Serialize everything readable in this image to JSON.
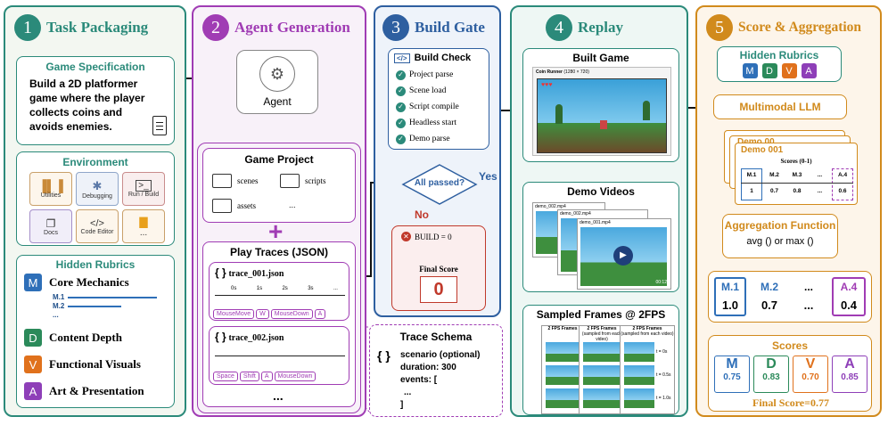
{
  "colors": {
    "p1": "#2b8a7a",
    "p2": "#a03cb4",
    "p3": "#2e5fa0",
    "p4": "#2b8a7a",
    "p5": "#d18a1c",
    "m": "#2e6fb8",
    "d": "#2b8a5a",
    "v": "#e0711c",
    "a": "#8e3fb8",
    "fail": "#c0392b"
  },
  "panel1": {
    "num": "1",
    "title": "Task Packaging",
    "spec": {
      "title": "Game Specification",
      "text": "Build a 2D platformer game where the player collects coins and avoids enemies."
    },
    "env": {
      "title": "Environment",
      "tools": [
        "Utilities",
        "Debugging",
        "Run / Build",
        "Docs",
        "Code Editor",
        "..."
      ]
    },
    "rubrics": {
      "title": "Hidden Rubrics",
      "items": [
        {
          "letter": "M",
          "label": "Core Mechanics"
        },
        {
          "letter": "D",
          "label": "Content Depth"
        },
        {
          "letter": "V",
          "label": "Functional Visuals"
        },
        {
          "letter": "A",
          "label": "Art & Presentation"
        }
      ],
      "sub": [
        "M.1",
        "M.2",
        "..."
      ]
    }
  },
  "panel2": {
    "num": "2",
    "title": "Agent Generation",
    "agent": "Agent",
    "project": {
      "title": "Game Project",
      "folders": [
        "scenes",
        "scripts",
        "assets",
        "..."
      ]
    },
    "plus": "+",
    "traces": {
      "title": "Play Traces (JSON)",
      "ticks": [
        "0s",
        "1s",
        "2s",
        "3s",
        "..."
      ],
      "t1": {
        "name": "trace_001.json",
        "events": [
          "MouseMove",
          "W",
          "MouseDown",
          "A"
        ]
      },
      "t2": {
        "name": "trace_002.json",
        "events": [
          "Space",
          "Shift",
          "A",
          "MouseDown"
        ]
      },
      "more": "..."
    },
    "schema": {
      "title": "Trace Schema",
      "lines": [
        "scenario (optional)",
        "duration: 300",
        "events: [",
        "...",
        "]"
      ]
    }
  },
  "panel3": {
    "num": "3",
    "title": "Build Gate",
    "check": "Build Check",
    "items": [
      "Project parse",
      "Scene load",
      "Script compile",
      "Headless start",
      "Demo parse"
    ],
    "decision": "All passed?",
    "yes": "Yes",
    "no": "No",
    "build": "BUILD = 0",
    "final": "Final Score",
    "score": "0"
  },
  "panel4": {
    "num": "4",
    "title": "Replay",
    "built": "Built Game",
    "gametitle": "Coin Runner",
    "gamesize": "(1280 × 720)",
    "demos": "Demo Videos",
    "files": [
      "demo_002.mp4",
      "demo_002.mp4",
      "demo_001.mp4"
    ],
    "time": "00:12",
    "frames": "Sampled Frames @ 2FPS",
    "ftitle": "2 FPS Frames",
    "fsub": "(sampled from each video)",
    "ftimes": [
      "t = 0s",
      "t = 0.5s",
      "t = 1.0s"
    ]
  },
  "panel5": {
    "num": "5",
    "title": "Score & Aggregation",
    "rubrics": "Hidden Rubrics",
    "letters": [
      "M",
      "D",
      "V",
      "A"
    ],
    "llm": "Multimodal LLM",
    "demo": {
      "back": "Demo 00",
      "name": "Demo 001",
      "scores": "Scores (0-1)",
      "cols": [
        "M.1",
        "M.2",
        "M.3",
        "...",
        "A.4"
      ],
      "vals": [
        "1",
        "0.7",
        "0.8",
        "...",
        "0.6"
      ]
    },
    "agg": {
      "title": "Aggregation Function",
      "fn": "avg () or max ()"
    },
    "row": {
      "labels": [
        "M.1",
        "M.2",
        "...",
        "A.4"
      ],
      "vals": [
        "1.0",
        "0.7",
        "...",
        "0.4"
      ]
    },
    "scores": {
      "title": "Scores",
      "items": [
        {
          "letter": "M",
          "val": "0.75"
        },
        {
          "letter": "D",
          "val": "0.83"
        },
        {
          "letter": "V",
          "val": "0.70"
        },
        {
          "letter": "A",
          "val": "0.85"
        }
      ],
      "final": "Final Score=0.77"
    }
  }
}
